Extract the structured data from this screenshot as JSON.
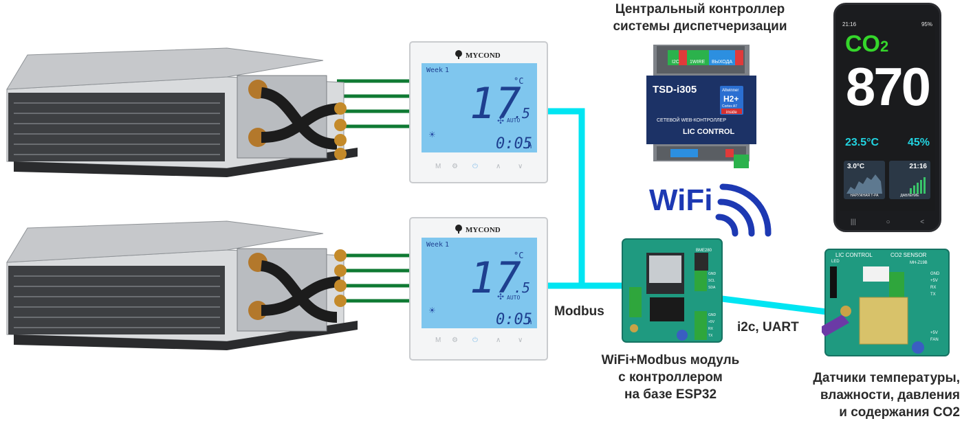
{
  "thermostats": [
    {
      "brand": "MYCOND",
      "week": "Week",
      "day": "1",
      "temp_int": "17",
      "temp_dec": ".5",
      "unit": "°C",
      "mode": "AUTO",
      "time": "0:05",
      "time_unit": "h",
      "buttons": [
        "M",
        "⚙",
        "⏻",
        "∧",
        "∨"
      ]
    },
    {
      "brand": "MYCOND",
      "week": "Week",
      "day": "1",
      "temp_int": "17",
      "temp_dec": ".5",
      "unit": "°C",
      "mode": "AUTO",
      "time": "0:05",
      "time_unit": "h",
      "buttons": [
        "M",
        "⚙",
        "⏻",
        "∧",
        "∨"
      ]
    }
  ],
  "central_controller": {
    "caption_line1": "Центральный контроллер",
    "caption_line2": "системы диспетчеризации",
    "model": "TSD-i305",
    "chip": "H2+",
    "chip_vendor": "Allwinner",
    "chip_sub": "Cortex A7",
    "chip_tag": "inside",
    "desc": "СЕТЕВОЙ WEB-КОНТРОЛЛЕР",
    "brand": "LIC CONTROL",
    "top_labels": [
      "I2C",
      "1WIRE",
      "ВЫХОДА"
    ]
  },
  "wifi": {
    "label": "WiFi"
  },
  "phone": {
    "time": "21:16",
    "status": "95%",
    "co2_label": "CO",
    "co2_sub": "2",
    "co2_value": "870",
    "temp": "23.5°C",
    "humidity": "45%",
    "tile1_value": "3.0°C",
    "tile1_label": "НАРУЖНАЯ Т-РА",
    "tile2_value": "21:16",
    "tile2_label": "ДАВЛЕНИЕ",
    "nav": [
      "|||",
      "○",
      "<"
    ]
  },
  "module": {
    "caption_line1": "WiFi+Modbus модуль",
    "caption_line2": "с контроллером",
    "caption_line3": "на базе ESP32",
    "chip_label": "BME280",
    "pins": [
      "GND",
      "SCL",
      "SDA",
      "GND",
      "+5V",
      "RX",
      "TX"
    ]
  },
  "sensor_board": {
    "caption_line1": "Датчики температуры,",
    "caption_line2": "влажности, давления",
    "caption_line3": "и содержания CO2",
    "header_left": "LIC CONTROL",
    "header_right": "CO2 SENSOR",
    "model": "MH-Z19B",
    "pins": [
      "GND",
      "+5V",
      "RX",
      "TX"
    ],
    "bottom_pins": [
      "+5V",
      "FAN"
    ],
    "led": "LED"
  },
  "links": {
    "modbus": "Modbus",
    "i2c": "i2c, UART"
  },
  "colors": {
    "cyan": "#00e5f2",
    "green": "#0f7a33",
    "pcb": "#1f9a80",
    "lcd": "#7fc6ee",
    "wifi": "#1d39b3"
  }
}
